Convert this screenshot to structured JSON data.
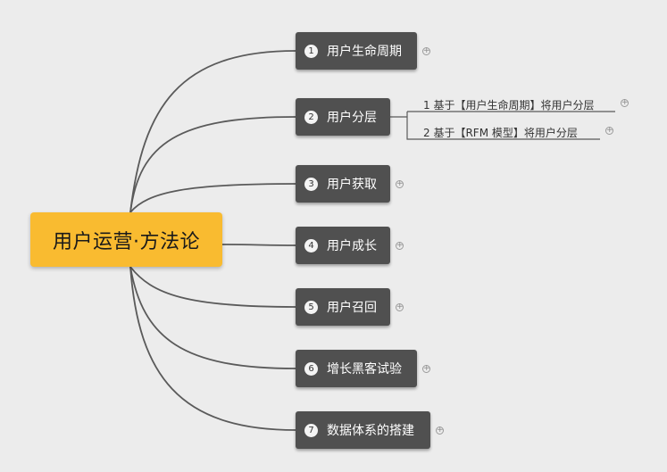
{
  "root": {
    "label": "用户运营·方法论"
  },
  "branches": [
    {
      "num": "1",
      "label": "用户生命周期",
      "expand": "+"
    },
    {
      "num": "2",
      "label": "用户分层",
      "expand": ""
    },
    {
      "num": "3",
      "label": "用户获取",
      "expand": "+"
    },
    {
      "num": "4",
      "label": "用户成长",
      "expand": "+"
    },
    {
      "num": "5",
      "label": "用户召回",
      "expand": "+"
    },
    {
      "num": "6",
      "label": "增长黑客试验",
      "expand": "+"
    },
    {
      "num": "7",
      "label": "数据体系的搭建",
      "expand": "+"
    }
  ],
  "sub_items": [
    {
      "label": "1 基于【用户生命周期】将用户分层",
      "expand": "+"
    },
    {
      "label": "2 基于【RFM 模型】将用户分层",
      "expand": "+"
    }
  ],
  "colors": {
    "background": "#ececec",
    "root": "#f9bb30",
    "branch": "#505050",
    "line": "#5a5a5a"
  }
}
